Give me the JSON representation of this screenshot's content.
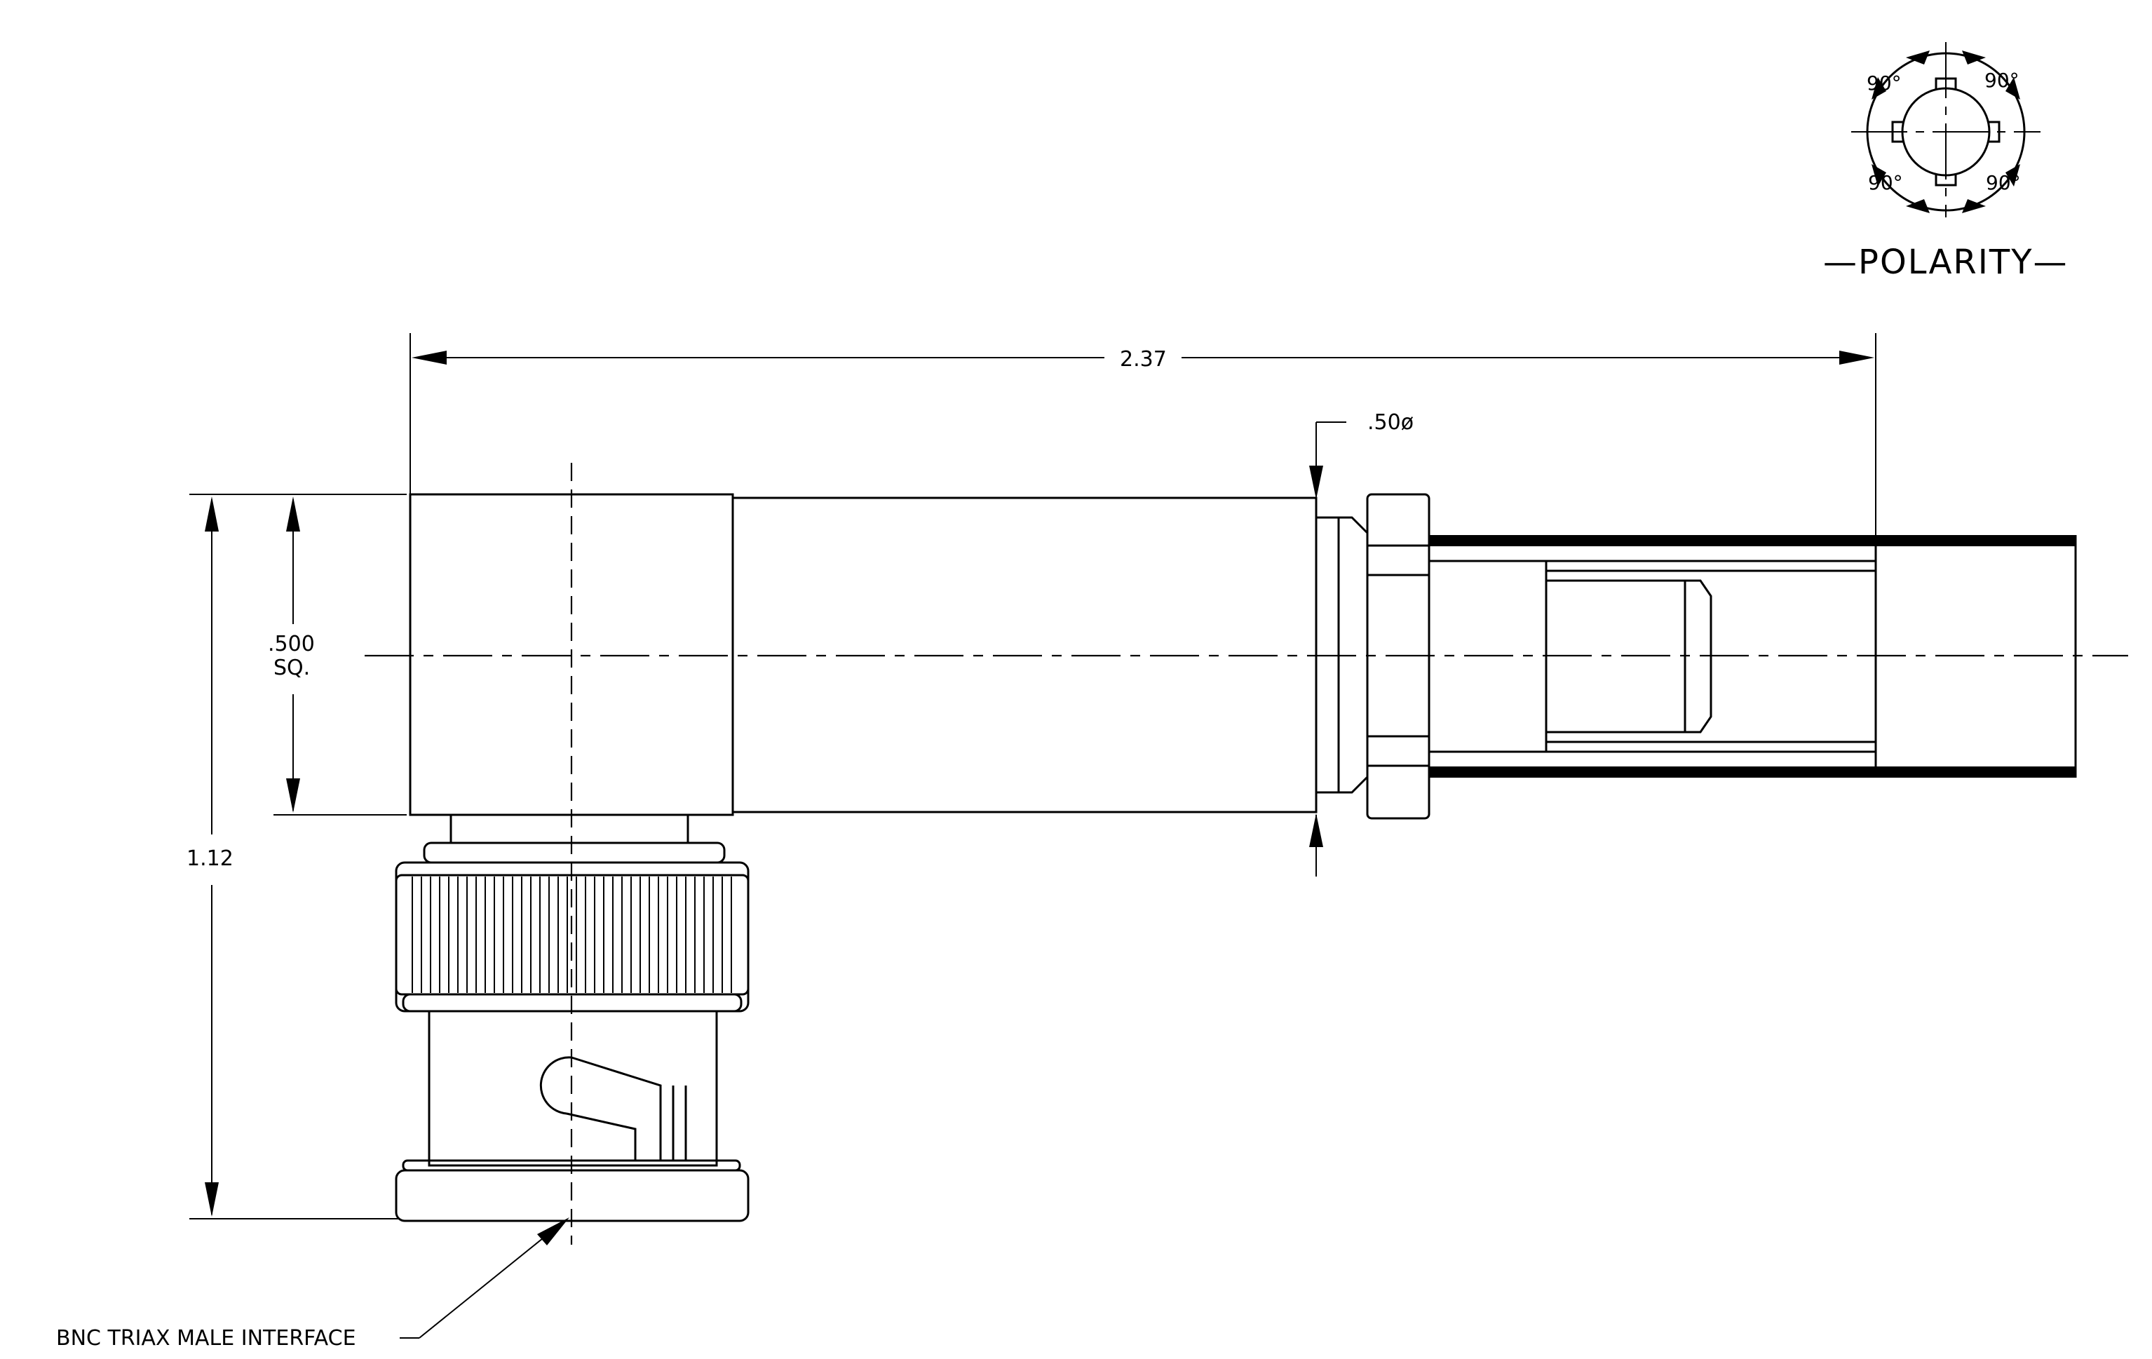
{
  "dimensions": {
    "overall_length": "2.37",
    "cable_diameter": ".50ø",
    "body_square_1": ".500",
    "body_square_2": "SQ.",
    "overall_height": "1.12"
  },
  "callouts": {
    "interface": "BNC TRIAX MALE INTERFACE"
  },
  "polarity": {
    "title": "—POLARITY—",
    "angle_top_left": "90°",
    "angle_top_right": "90°",
    "angle_bottom_left": "90°",
    "angle_bottom_right": "90°"
  }
}
